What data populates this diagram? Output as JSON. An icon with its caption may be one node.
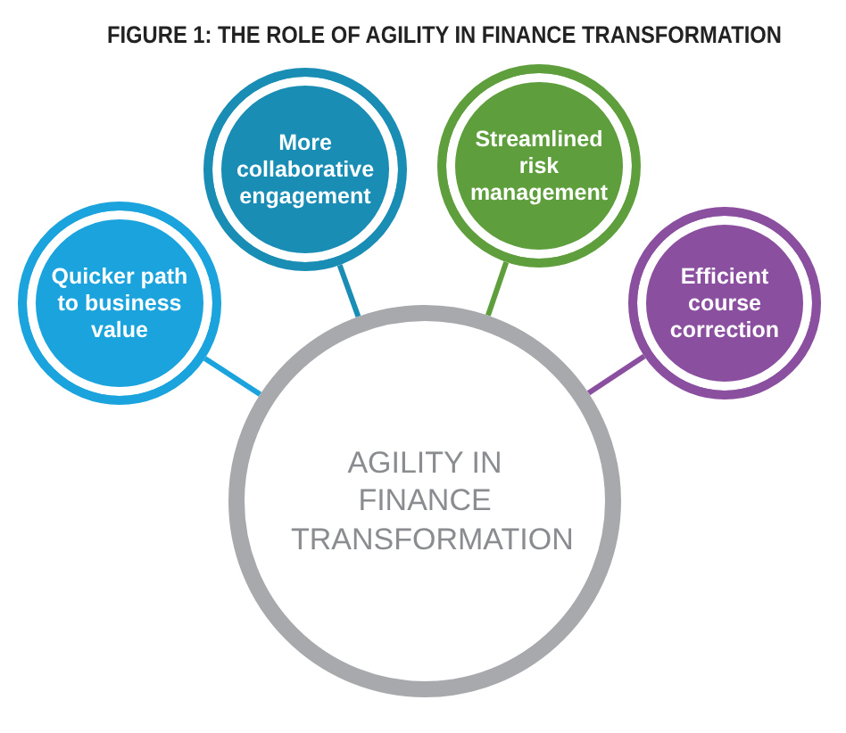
{
  "diagram": {
    "title": "FIGURE 1: THE ROLE OF AGILITY IN FINANCE TRANSFORMATION",
    "nodes": [
      {
        "text": [
          "Quicker path to business value"
        ]
      },
      {
        "text": [
          "More collaborative engagement"
        ]
      },
      {
        "text": [
          "Streamlined risk management"
        ]
      },
      {
        "text": [
          "Efficient course correction"
        ]
      },
      {
        "text": [
          "AGILITY IN FINANCE TRANSFORMATION"
        ]
      }
    ],
    "edges": [
      {
        "from": 0,
        "to": 4,
        "arrow": "none",
        "color": "#1aa3dc"
      },
      {
        "from": 1,
        "to": 4,
        "arrow": "none",
        "color": "#1a8db4"
      },
      {
        "from": 2,
        "to": 4,
        "arrow": "none",
        "color": "#5f9e3c"
      },
      {
        "from": 3,
        "to": 4,
        "arrow": "none",
        "color": "#8b4f9f"
      }
    ]
  }
}
